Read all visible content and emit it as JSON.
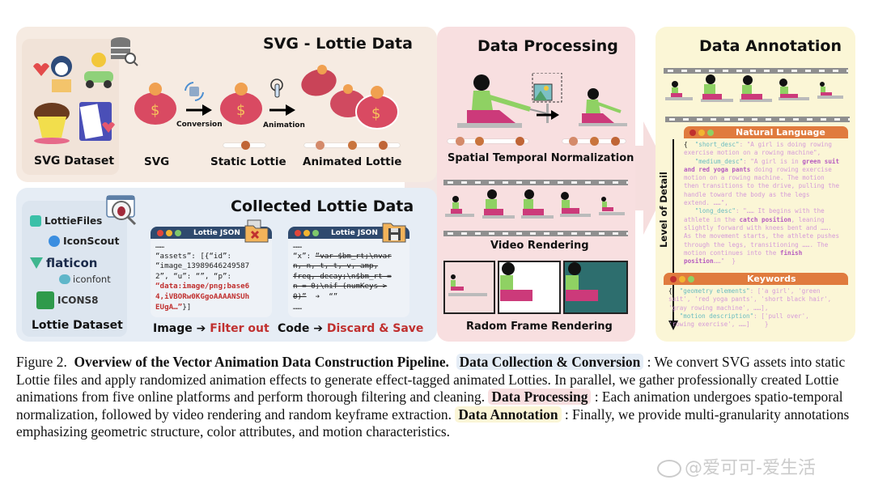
{
  "svg_lottie_panel": {
    "title": "SVG - Lottie Data",
    "dataset_label": "SVG Dataset",
    "svg_label": "SVG",
    "static_label": "Static Lottie",
    "animated_label": "Animated Lottie",
    "conversion_label": "Conversion",
    "animation_label": "Animation"
  },
  "collected_panel": {
    "title": "Collected Lottie Data",
    "dataset_label": "Lottie Dataset",
    "platforms": [
      "LottieFiles",
      "IconScout",
      "flaticon",
      "iconfont",
      "ICONS8"
    ],
    "image_window": {
      "bar_title": "Lottie JSON",
      "lines": [
        "……",
        "“assets”: [{“id”:",
        "“image_13989646249587",
        "2”, “u”: “”, “p”:"
      ],
      "red_lines": [
        "“data:image/png;base6",
        "4,iVBORw0KGgoAAAANSUh",
        "EUgA…”"
      ],
      "tail": "}]",
      "end": "……"
    },
    "code_window": {
      "bar_title": "Lottie JSON",
      "start": "……",
      "key": "“x”: ",
      "strike_lines": [
        "“var $bm_rt;\\nvar",
        "n, n, t, t, v, amp,",
        "freq, decay;\\n$bm_rt =",
        "n = 0;\\nif (numKeys >",
        "0)”"
      ],
      "replace": "  ➔  “”",
      "end": "……"
    },
    "image_action": {
      "prefix": "Image ➔ ",
      "action": "Filter out"
    },
    "code_action": {
      "prefix": "Code ➔ ",
      "action": "Discard & Save"
    }
  },
  "processing_panel": {
    "title": "Data Processing",
    "step1": "Spatial Temporal Normalization",
    "step2": "Video Rendering",
    "step3": "Radom Frame Rendering"
  },
  "annotation_panel": {
    "title": "Data Annotation",
    "axis_label": "Level of Detail",
    "natural_language": {
      "bar_title": "Natural Language",
      "short_key": "\"short_desc\"",
      "short_val": ": \"A girl is doing rowing\nexercise motion on a rowing machine\",",
      "medium_key": "\"medium_desc\"",
      "medium_val_a": ": \"A girl is in ",
      "medium_emph": "green suit\nand red yoga pants",
      "medium_val_b": " doing rowing exercise\nmotion on a rowing machine. The motion\nthen transitions to the drive, pulling the\nhandle toward the body as the legs\nextend. ……\",",
      "long_key": "\"long_desc\"",
      "long_val_a": ": \"…… It begins with the\nathlete in the ",
      "long_emph1": "catch position",
      "long_val_b": ", leaning\nslightly forward with knees bent and …….\nAs the movement starts, the athlete pushes\nthrough the legs, transitioning ……. The\nmotion continues into the ",
      "long_emph2": "finish\nposition",
      "long_val_c": "……\"  }"
    },
    "keywords": {
      "bar_title": "Keywords",
      "geo_key": "\"geometry elements\"",
      "geo_val": ": ['a girl', 'green\nsuit', 'red yoga pants', 'short black hair',\n'gray rowing machine', ……],",
      "motion_key": "\"motion description\"",
      "motion_val": ": ['pull over',\n'rowing exercise', ……]    }"
    }
  },
  "caption": {
    "figure_label": "Figure 2.",
    "figure_title": "Overview of the Vector Animation Data Construction Pipeline.",
    "tag1": "Data Collection & Conversion",
    "text1": " :  We convert SVG assets into static Lottie files and apply randomized animation effects to generate effect-tagged animated Lotties.  In parallel, we gather professionally created Lottie animations from five online platforms and perform thorough filtering and cleaning. ",
    "tag2": "Data Processing",
    "text2": " : Each animation undergoes spatio-temporal normalization, followed by video rendering and random keyframe extraction. ",
    "tag3": "Data Annotation",
    "text3": " : Finally, we provide multi-granularity annotations emphasizing geometric structure, color attributes, and motion characteristics."
  },
  "watermark": "@爱可可-爱生活",
  "colors": {
    "panel1": "#f6ebe2",
    "panel2": "#e6edf5",
    "panel3": "#f8dfe0",
    "panel4": "#fbf6d6",
    "accent_red": "#c0302f",
    "anno_orange": "#e07b3e"
  }
}
